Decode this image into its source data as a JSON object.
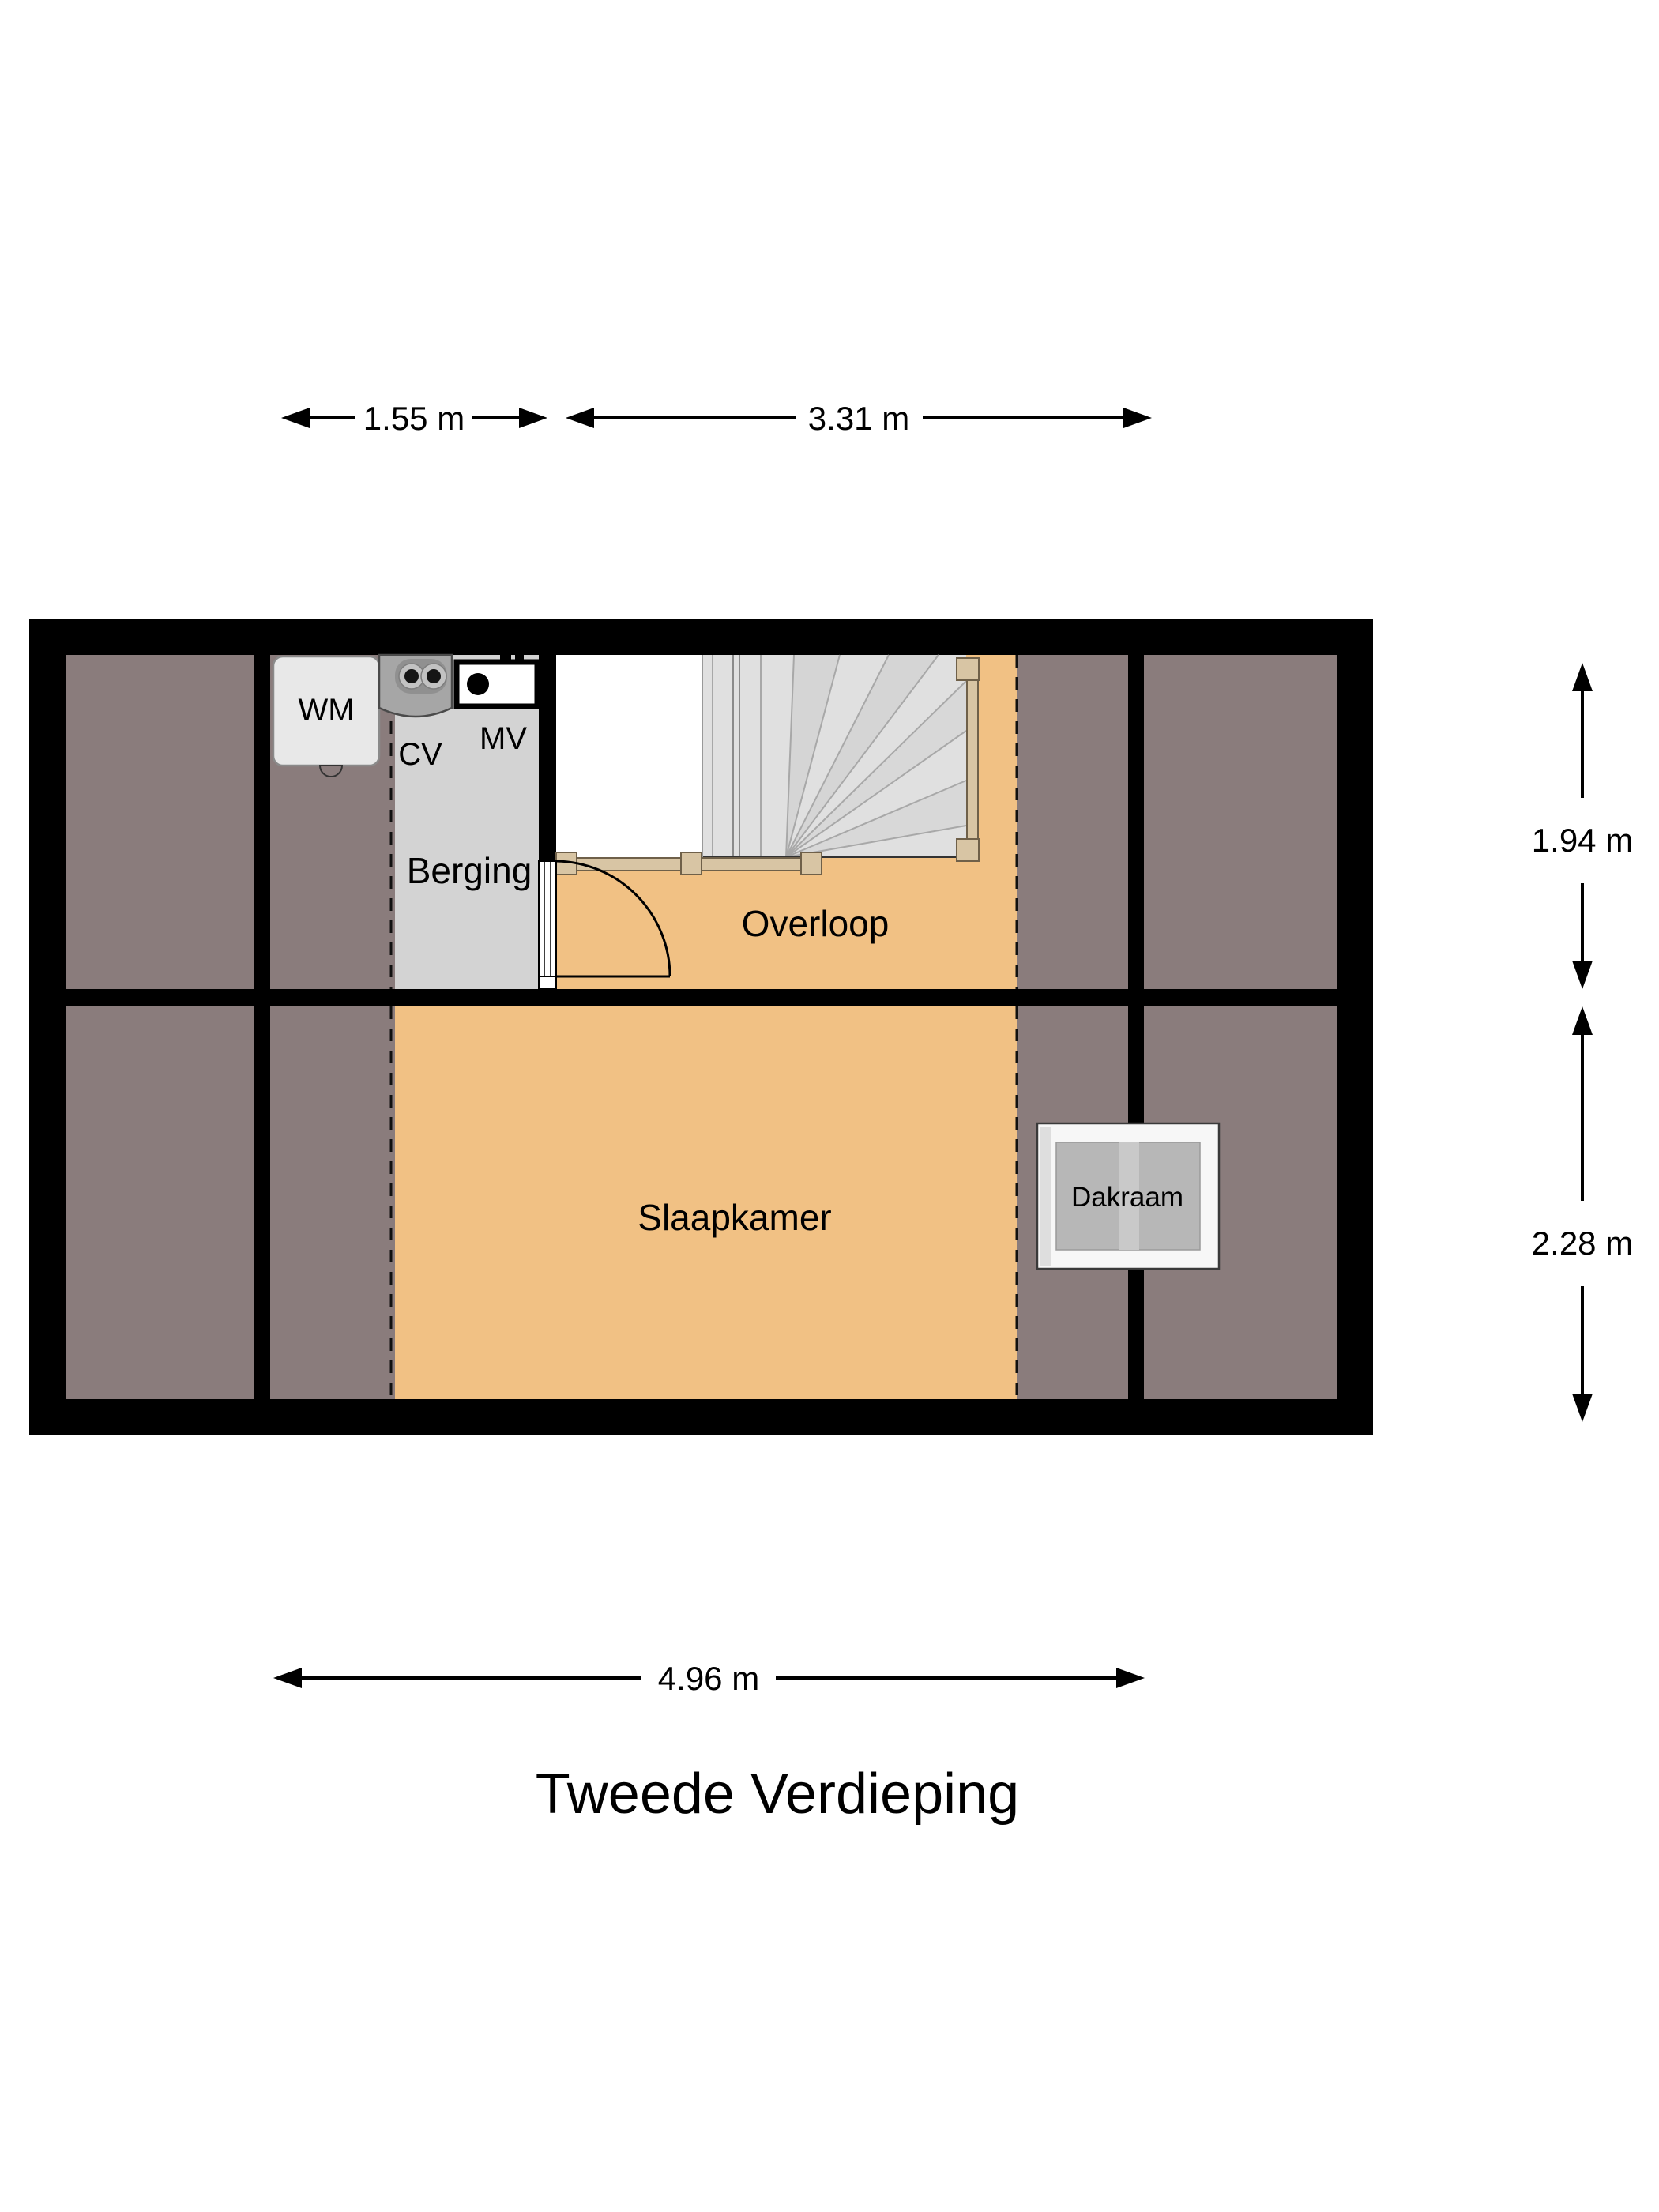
{
  "title": "Tweede Verdieping",
  "dimensions": {
    "top_left": "1.55 m",
    "top_right": "3.31 m",
    "right_upper": "1.94 m",
    "right_lower": "2.28 m",
    "bottom": "4.96 m"
  },
  "rooms": {
    "berging": "Berging",
    "overloop": "Overloop",
    "slaapkamer": "Slaapkamer"
  },
  "appliances": {
    "wm": "WM",
    "cv": "CV",
    "mv": "MV"
  },
  "roof_window": {
    "label": "Dakraam"
  },
  "colors": {
    "wall": "#000000",
    "room_floor": "#f1c184",
    "low_ceiling_zone": "#8a7c7c",
    "storage_floor": "#d3d3d3",
    "stairs": "#e0e0e0",
    "stairwell_void": "#ffffff",
    "wood_trim": "#d8c5a4",
    "background": "#ffffff"
  }
}
